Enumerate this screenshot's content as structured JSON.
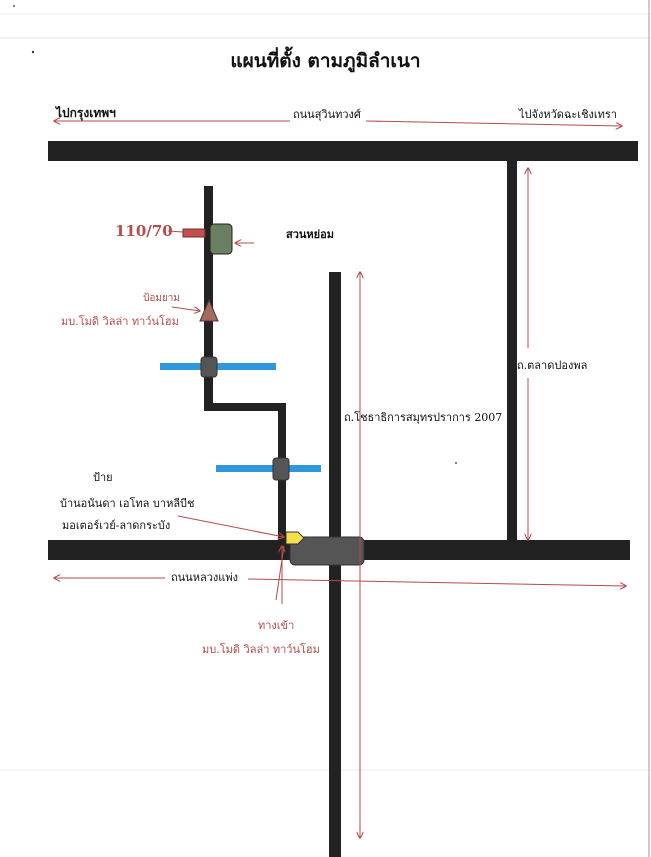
{
  "title": "แผนที่ตั้ง ตามภูมิลำเนา",
  "roads": {
    "top_road": "ถนนสุวินทวงศ์",
    "to_bangkok": "ไปกรุงเทพฯ",
    "to_chachoengsao": "ไปจังหวัดฉะเชิงเทรา",
    "right_road": "ถ.ตลาดปองพล",
    "center_road": "ถ.โชธาธิการสมุทรปราการ 2007",
    "bottom_road": "ถนนหลวงแพ่ง"
  },
  "places": {
    "house_no": "110/70",
    "garden": "สวนหย่อม",
    "guard_post": "ป้อมยาม",
    "village_north": "มบ.โมดิ วิลล่า ทาว์นโฮม",
    "sign_label": "ป้าย",
    "sign_line1": "บ้านอนันดา เอโทล บาหลีบีช",
    "sign_line2": "มอเตอร์เวย์-ลาดกระบัง",
    "entrance": "ทางเข้า",
    "village_south": "มบ.โมดิ วิลล่า ทาว์นโฮม"
  },
  "colors": {
    "road": "#222222",
    "canal": "#2f97db",
    "annotation": "#b84a4a",
    "house_marker": "#c0504d",
    "garden": "#6b7f62",
    "entrance_marker": "#f4e04d",
    "guard_marker": "#a26b5c"
  }
}
